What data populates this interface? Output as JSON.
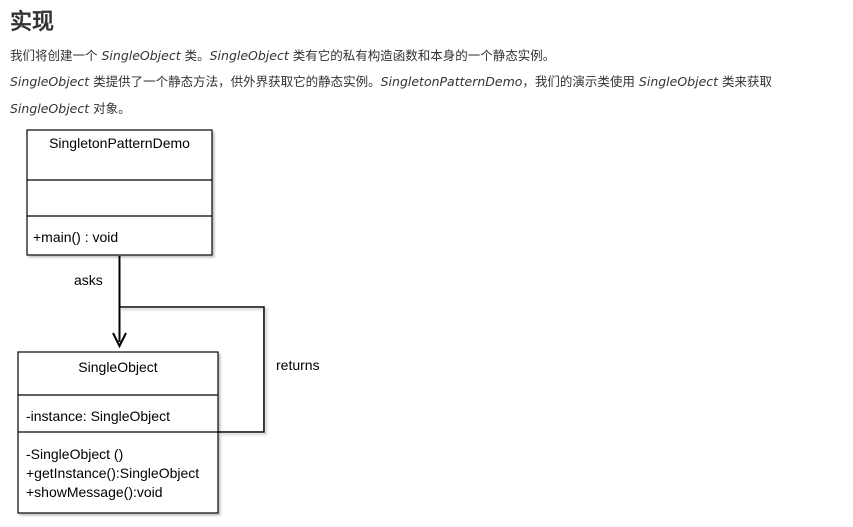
{
  "section": {
    "title": "实现"
  },
  "paragraphs": {
    "p1": {
      "t1": "我们将创建一个 ",
      "e1": "SingleObject",
      "t2": " 类。",
      "e2": "SingleObject",
      "t3": " 类有它的私有构造函数和本身的一个静态实例。"
    },
    "p2": {
      "e1": "SingleObject",
      "t1": " 类提供了一个静态方法，供外界获取它的静态实例。",
      "e2": "SingletonPatternDemo",
      "t2": "，我们的演示类使用 ",
      "e3": "SingleObject",
      "t3": " 类来获取 ",
      "e4": "SingleObject",
      "t4": " 对象。"
    }
  },
  "diagram": {
    "demo_class": {
      "name": "SingletonPatternDemo",
      "attributes": "",
      "methods": [
        "+main() : void"
      ]
    },
    "single_class": {
      "name": "SingleObject",
      "attributes": [
        "-instance: SingleObject"
      ],
      "methods": [
        "-SingleObject ()",
        "+getInstance():SingleObject",
        "+showMessage():void"
      ]
    },
    "edges": {
      "asks": "asks",
      "returns": "returns"
    },
    "colors": {
      "stroke": "#000000",
      "shadow": "#b0b0b0"
    }
  }
}
